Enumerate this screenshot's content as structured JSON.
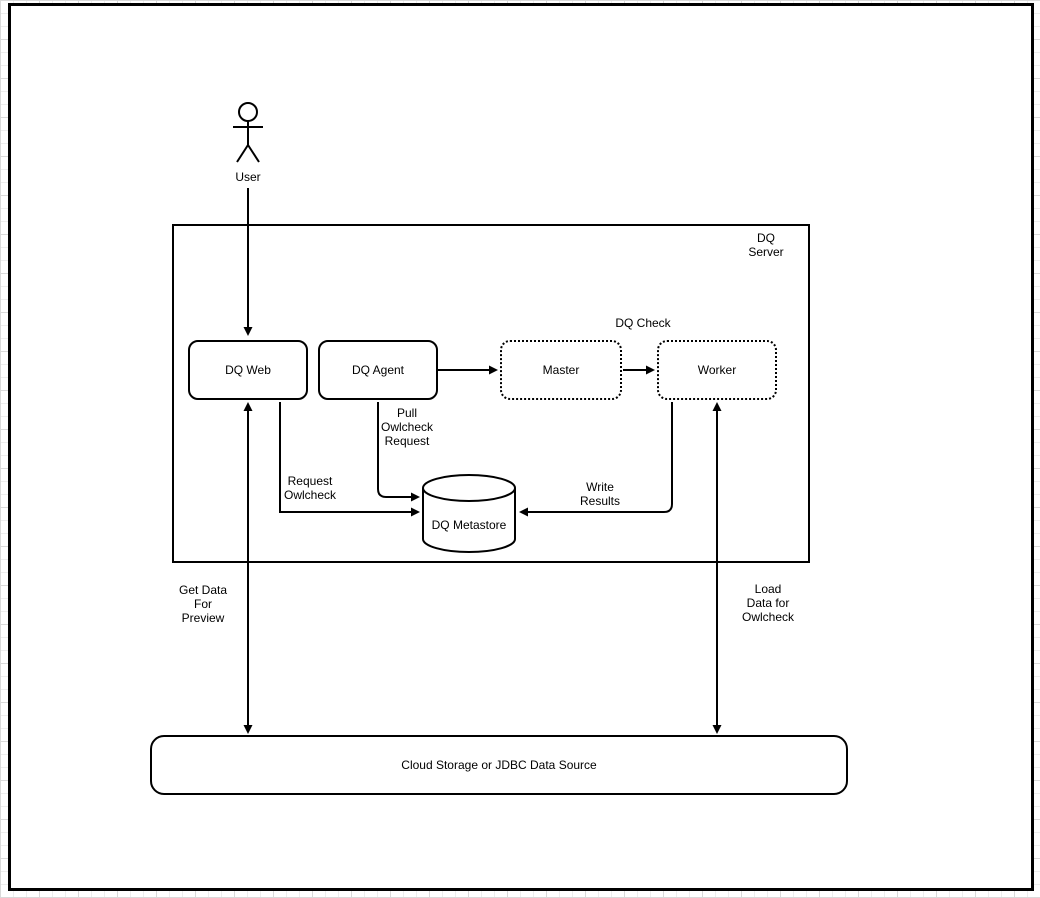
{
  "diagram": {
    "actor": {
      "label": "User"
    },
    "server": {
      "label": "DQ\nServer",
      "group_label": "DQ Check",
      "nodes": {
        "dq_web": "DQ Web",
        "dq_agent": "DQ Agent",
        "master": "Master",
        "worker": "Worker",
        "metastore": "DQ Metastore"
      }
    },
    "datasource": {
      "label": "Cloud Storage or JDBC Data Source"
    },
    "edge_labels": {
      "pull_owlcheck": "Pull\nOwlcheck\nRequest",
      "request_owlcheck": "Request\nOwlcheck",
      "write_results": "Write\nResults",
      "get_data": "Get Data\nFor\nPreview",
      "load_data": "Load\nData for\nOwlcheck"
    },
    "colors": {
      "stroke": "#000000",
      "background": "#ffffff",
      "grid_minor": "#ededed",
      "grid_major": "#d9d9d9"
    }
  }
}
